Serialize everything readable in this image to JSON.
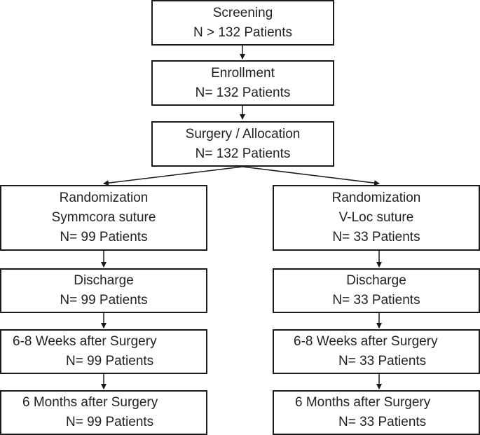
{
  "top": {
    "screening": {
      "title": "Screening",
      "count": "N > 132 Patients"
    },
    "enrollment": {
      "title": "Enrollment",
      "count": "N= 132 Patients"
    },
    "surgery": {
      "title": "Surgery / Allocation",
      "count": "N= 132 Patients"
    }
  },
  "left_arm": {
    "randomization": {
      "title": "Randomization",
      "suture": "Symmcora suture",
      "count": "N= 99 Patients"
    },
    "discharge": {
      "title": "Discharge",
      "count": "N= 99 Patients"
    },
    "weeks": {
      "title": "6-8 Weeks after Surgery",
      "count": "N= 99 Patients"
    },
    "months": {
      "title": "6 Months after Surgery",
      "count": "N= 99 Patients"
    }
  },
  "right_arm": {
    "randomization": {
      "title": "Randomization",
      "suture": "V-Loc suture",
      "count": "N= 33 Patients"
    },
    "discharge": {
      "title": "Discharge",
      "count": "N= 33 Patients"
    },
    "weeks": {
      "title": "6-8 Weeks after Surgery",
      "count": "N= 33 Patients"
    },
    "months": {
      "title": "6 Months after Surgery",
      "count": "N= 33 Patients"
    }
  },
  "colors": {
    "border": "#1a1a1a",
    "text": "#222222",
    "background": "#ffffff"
  }
}
